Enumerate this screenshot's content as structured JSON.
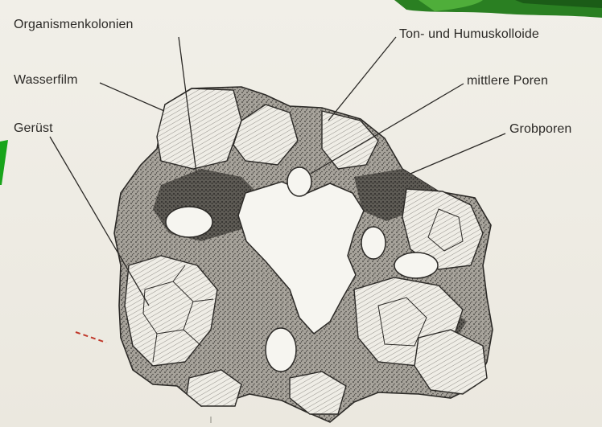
{
  "diagram": {
    "labels": {
      "organismenkolonien": "Organismenkolonien",
      "wasserfilm": "Wasserfilm",
      "geruest": "Gerüst",
      "ton_humus": "Ton- und Humuskolloide",
      "mittlere_poren": "mittlere Poren",
      "grobporen": "Grobporen"
    },
    "colors": {
      "paper": "#eeebe3",
      "ink": "#2c2a27",
      "aggregate_fill": "#9a968e",
      "grain_fill": "#efede6",
      "pore_fill": "#f6f5f0",
      "foliage": "#1f7a1f",
      "accent_green": "#1aa01a",
      "red_mark": "#c0392b"
    }
  }
}
